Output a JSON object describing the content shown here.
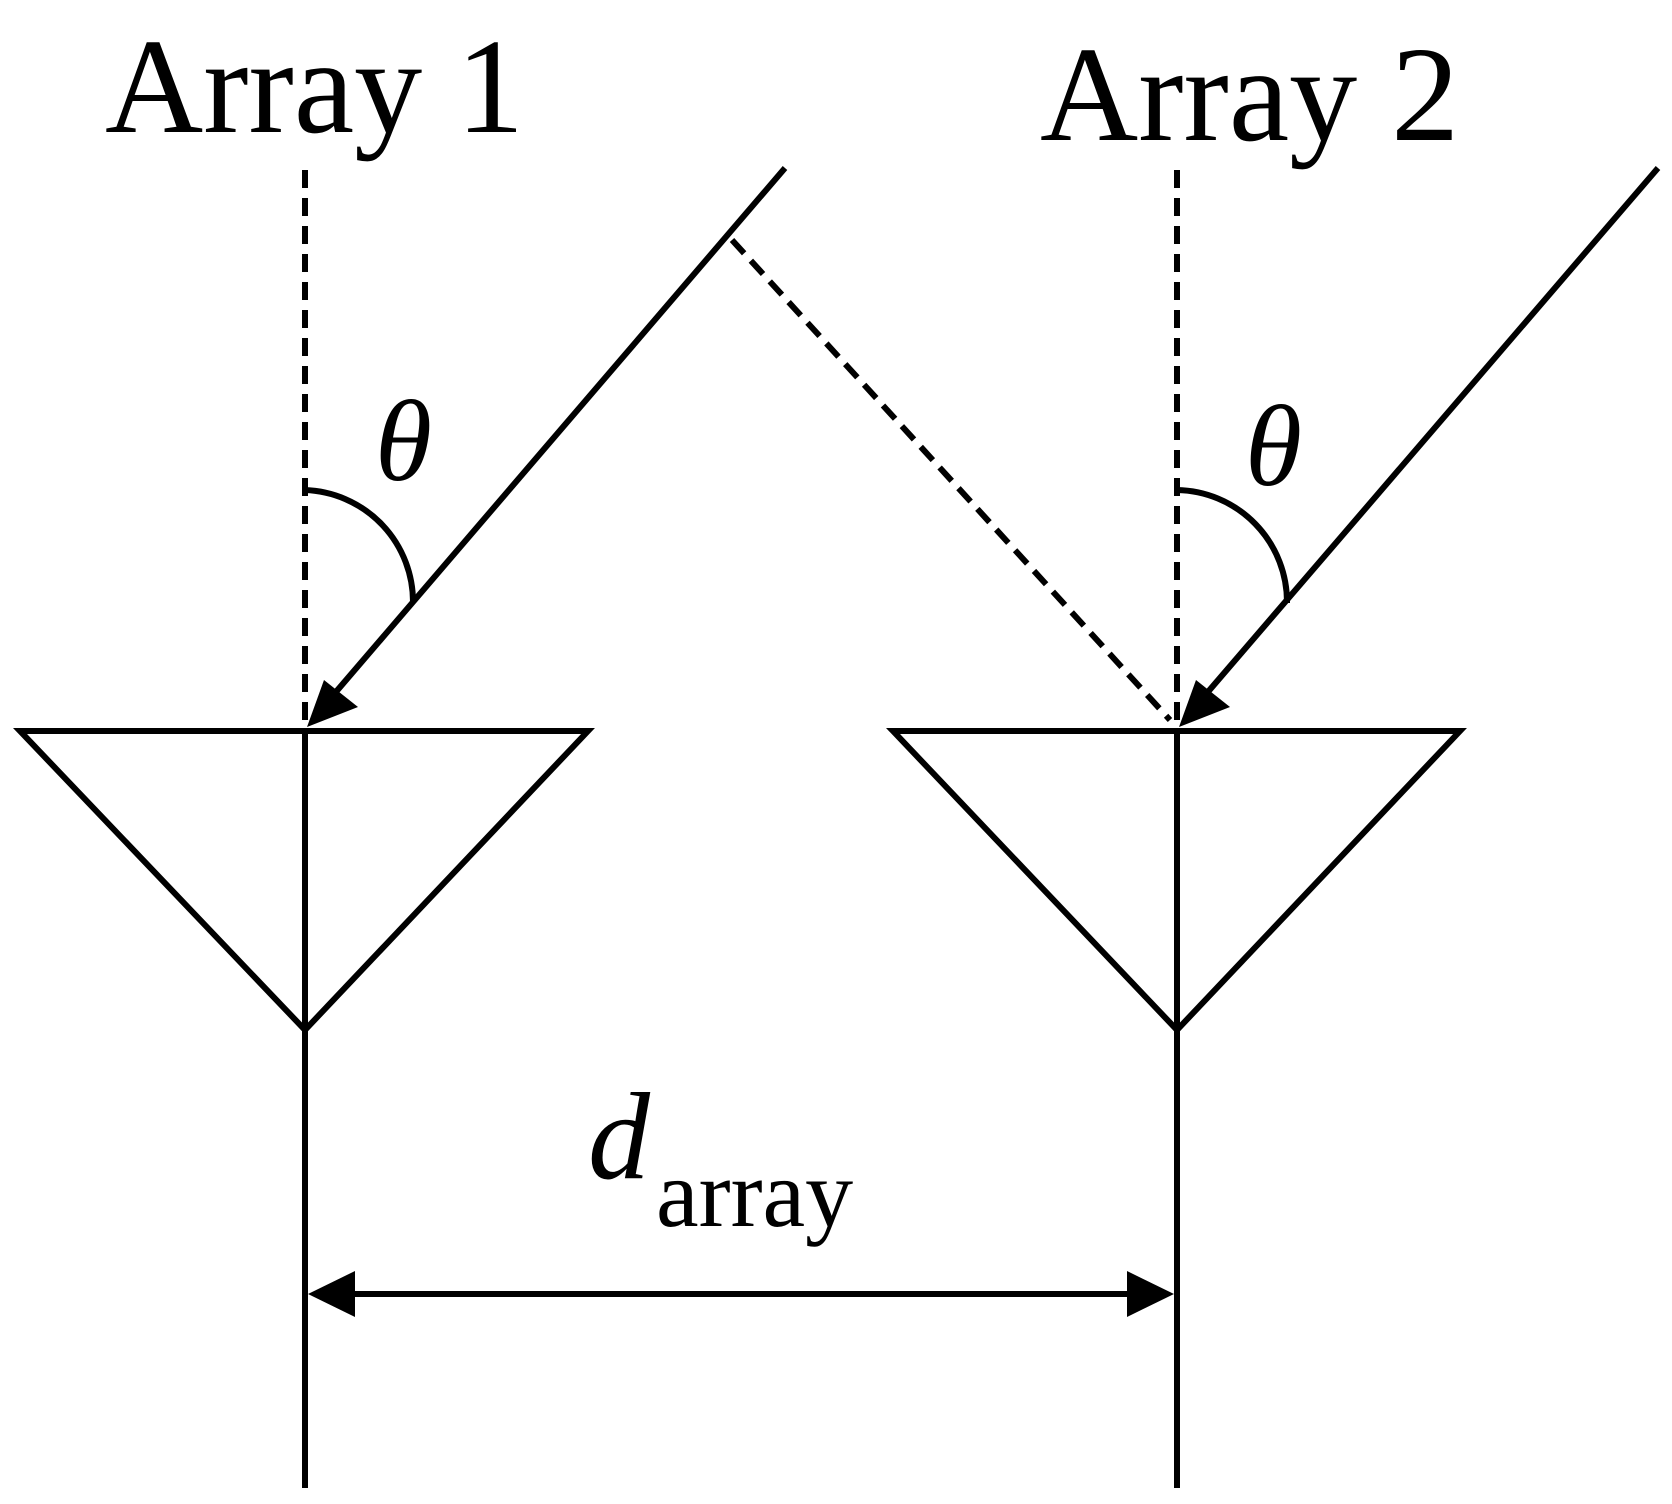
{
  "arrays": [
    {
      "label": "Array 1",
      "angle_symbol": "θ"
    },
    {
      "label": "Array 2",
      "angle_symbol": "θ"
    }
  ],
  "distance": {
    "symbol": "d",
    "subscript": "array"
  },
  "colors": {
    "stroke": "#000000",
    "background": "#ffffff"
  }
}
